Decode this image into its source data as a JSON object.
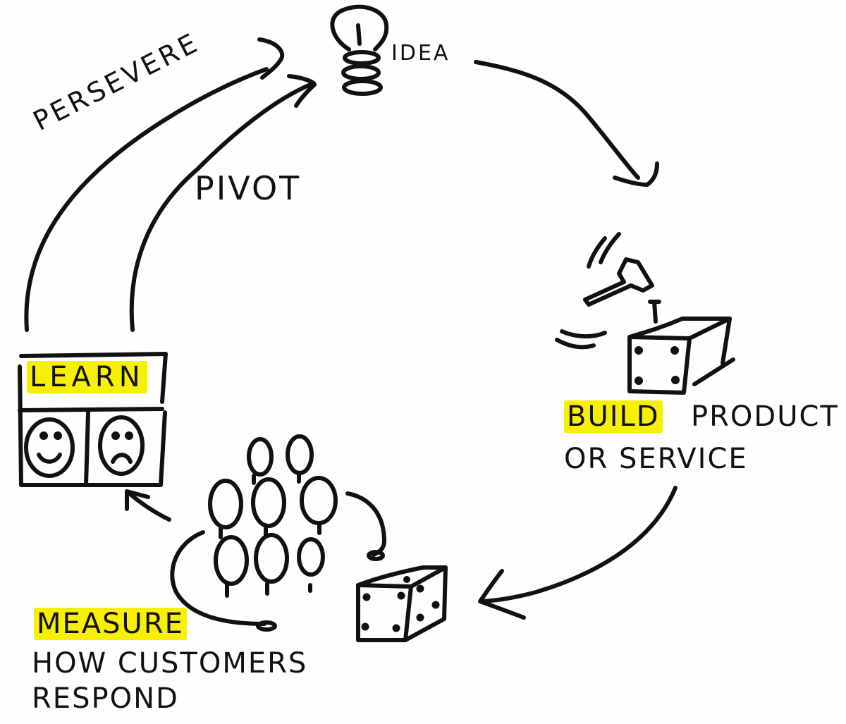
{
  "title": "Build Measure Learn loop",
  "colors": {
    "ink": "#111111",
    "highlight": "#f7f000",
    "background": "#fefefe"
  },
  "nodes": {
    "idea": {
      "label": "IDEA",
      "icon": "lightbulb-icon"
    },
    "build": {
      "label": "BUILD",
      "rest_line1": "PRODUCT",
      "rest_line2": "OR SERVICE",
      "icon": "hammer-box-icon"
    },
    "measure": {
      "label": "MEASURE",
      "rest_line1": "HOW CUSTOMERS",
      "rest_line2": "RESPOND",
      "icon": "crowd-icon"
    },
    "learn": {
      "label": "LEARN",
      "icons": [
        "happy-face-icon",
        "sad-face-icon"
      ]
    }
  },
  "edges": {
    "persevere": "PERSEVERE",
    "pivot": "PIVOT"
  }
}
